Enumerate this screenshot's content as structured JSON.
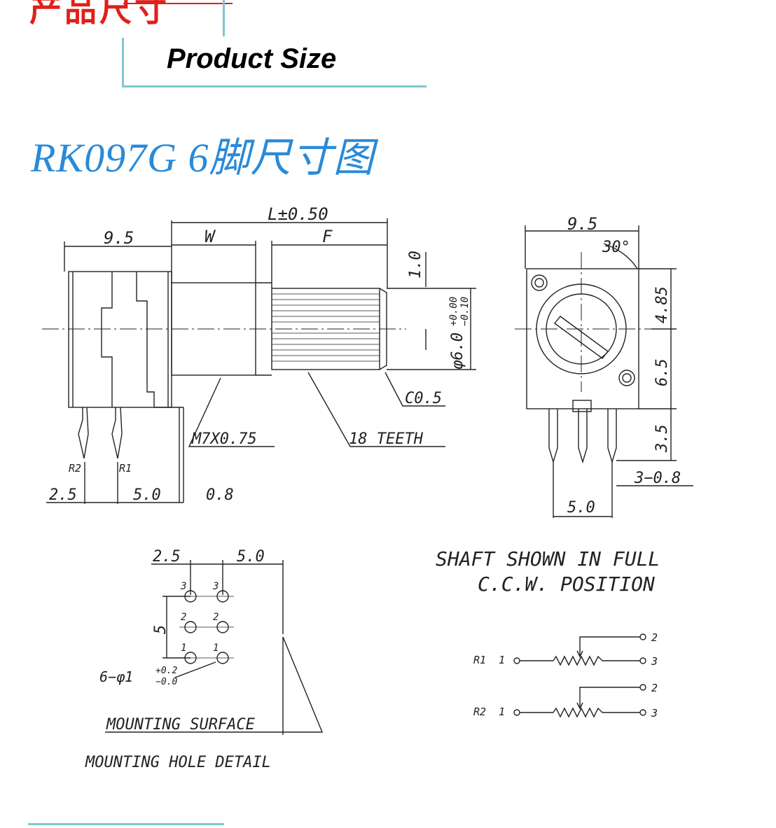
{
  "header": {
    "cn_title": "产品尺寸",
    "en_title": "Product Size"
  },
  "title": "RK097G 6脚尺寸图",
  "side_view": {
    "dim_95": "9.5",
    "dim_L": "L±0.50",
    "dim_W": "W",
    "dim_F": "F",
    "dim_10": "1.0",
    "dim_phi": "φ6.0",
    "tol_plus": "+0.00",
    "tol_minus": "−0.10",
    "chamfer": "C0.5",
    "thread": "M7X0.75",
    "teeth": "18 TEETH",
    "r2": "R2",
    "r1": "R1",
    "dim_25": "2.5",
    "dim_50": "5.0",
    "dim_08": "0.8"
  },
  "front_view": {
    "dim_95": "9.5",
    "angle": "30°",
    "dim_485": "4.85",
    "dim_65": "6.5",
    "dim_35": "3.5",
    "dim_308": "3−0.8",
    "dim_50": "5.0"
  },
  "mount_detail": {
    "dim_25": "2.5",
    "dim_50": "5.0",
    "dim_5": "5",
    "hole_spec": "6−φ1",
    "hole_tol_plus": "+0.2",
    "hole_tol_minus": "−0.0",
    "pins": [
      "3",
      "3",
      "2",
      "2",
      "1",
      "1"
    ],
    "surface": "MOUNTING SURFACE",
    "caption": "MOUNTING HOLE DETAIL"
  },
  "note": {
    "line1": "SHAFT SHOWN IN FULL",
    "line2": "C.C.W. POSITION"
  },
  "schematic": {
    "r1": "R1",
    "r2": "R2",
    "pin1": "1",
    "pin2": "2",
    "pin3": "3"
  }
}
